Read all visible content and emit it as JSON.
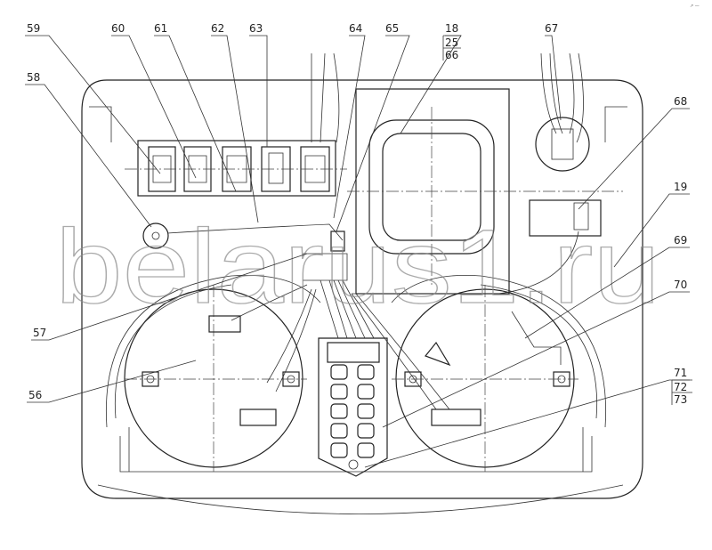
{
  "corner_mark": "↗ —",
  "watermark": "belarus1.ru",
  "labels": {
    "p59": "59",
    "p60": "60",
    "p61": "61",
    "p62": "62",
    "p63": "63",
    "p64": "64",
    "p65": "65",
    "p18": "18",
    "p25": "25",
    "p66": "66",
    "p67": "67",
    "p68": "68",
    "p19": "19",
    "p69": "69",
    "p70": "70",
    "p71": "71",
    "p72": "72",
    "p73": "73",
    "p58": "58",
    "p57": "57",
    "p56": "56"
  }
}
